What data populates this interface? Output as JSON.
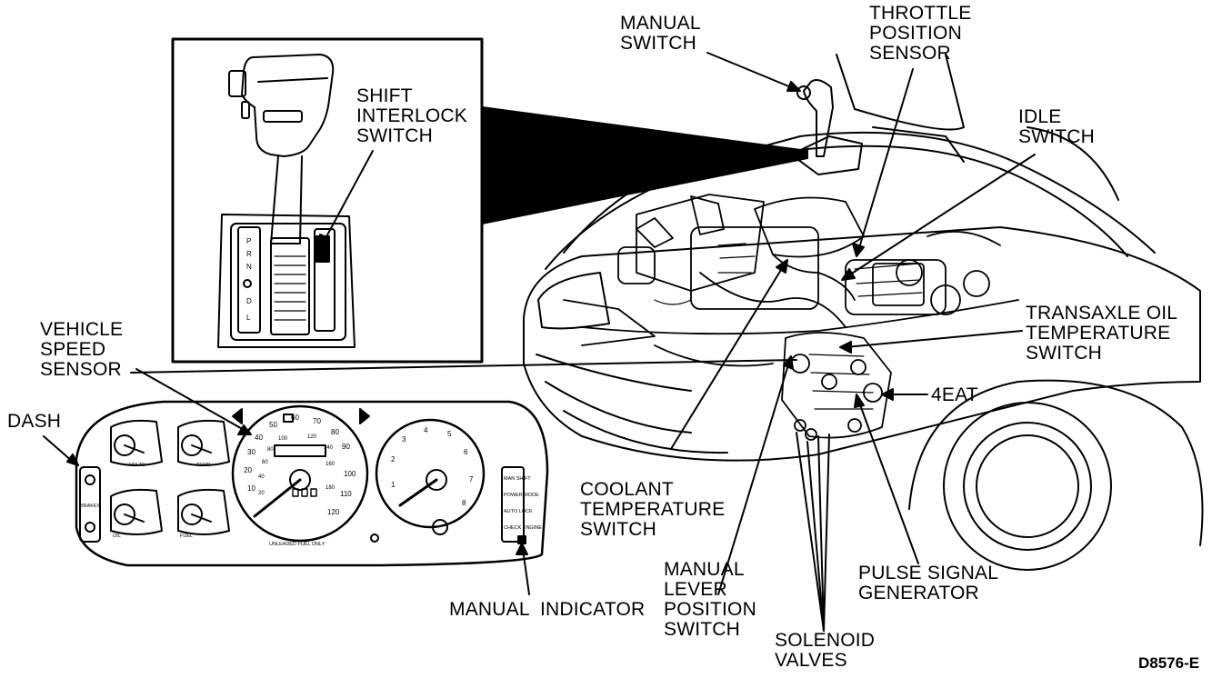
{
  "labels": {
    "manual_switch": [
      "MANUAL",
      "SWITCH"
    ],
    "throttle_position_sensor": [
      "THROTTLE",
      "POSITION",
      "SENSOR"
    ],
    "shift_interlock_switch": [
      "SHIFT",
      "INTERLOCK",
      "SWITCH"
    ],
    "idle_switch": [
      "IDLE",
      "SWITCH"
    ],
    "vehicle_speed_sensor": [
      "VEHICLE",
      "SPEED",
      "SENSOR"
    ],
    "transaxle_oil_temperature_switch": [
      "TRANSAXLE OIL",
      "TEMPERATURE",
      "SWITCH"
    ],
    "dash": "DASH",
    "four_eat": "4EAT",
    "coolant_temperature_switch": [
      "COOLANT",
      "TEMPERATURE",
      "SWITCH"
    ],
    "manual_lever_position_switch": [
      "MANUAL",
      "LEVER",
      "POSITION",
      "SWITCH"
    ],
    "pulse_signal_generator": [
      "PULSE SIGNAL",
      "GENERATOR"
    ],
    "manual_indicator": "MANUAL  INDICATOR",
    "solenoid_valves": [
      "SOLENOID",
      "VALVES"
    ]
  },
  "figure_code": "D8576-E",
  "dash_panel": {
    "gauges": [
      "VOLTS",
      "TEMP",
      "OIL",
      "FUEL"
    ],
    "warning_labels": [
      "BRAKES"
    ],
    "indicator_labels": [
      "MAN SHIFT",
      "POWER MODE",
      "AUTO LOCK",
      "CHECK ENGINE"
    ],
    "speedometer_ticks": [
      "10",
      "20",
      "30",
      "40",
      "50",
      "60",
      "70",
      "80",
      "90",
      "100",
      "110",
      "120"
    ],
    "speedometer_inner": [
      "20",
      "40",
      "60",
      "80",
      "100",
      "120",
      "140",
      "160",
      "180"
    ],
    "tachometer_ticks": [
      "1",
      "2",
      "3",
      "4",
      "5",
      "6",
      "7",
      "8"
    ],
    "unleaded_text": "UNLEADED FUEL ONLY"
  },
  "shifter_positions": [
    "P",
    "R",
    "N",
    "D",
    "L"
  ]
}
